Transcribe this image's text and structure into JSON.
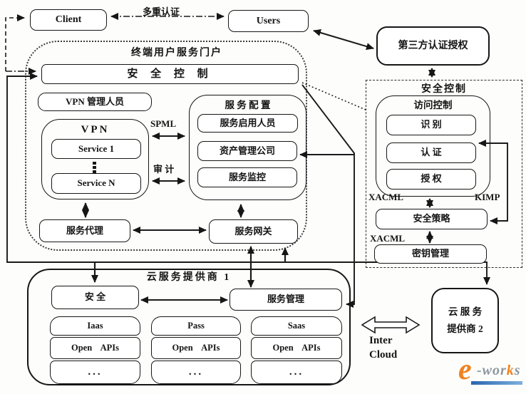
{
  "top": {
    "client": "Client",
    "multi_auth": "多重认证",
    "users": "Users",
    "third_party": "第三方认证授权"
  },
  "portal": {
    "title": "终端用户服务门户",
    "security_bar": "安 全 控 制",
    "vpn_admin": "VPN 管理人员",
    "vpn_title": "VPN",
    "service_1": "Service 1",
    "service_n": "Service N",
    "spml": "SPML",
    "audit": "审 计",
    "service_config_title": "服 务 配 置",
    "service_enabler": "服务启用人员",
    "asset_company": "资产管理公司",
    "service_monitor": "服务监控",
    "service_broker": "服务代理",
    "service_gateway": "服务网关"
  },
  "security_panel": {
    "title": "安全控制",
    "access_control_title": "访问控制",
    "identify": "识  别",
    "authenticate": "认  证",
    "authorize": "授  权",
    "xacml_upper": "XACML",
    "kimp": "KIMP",
    "security_policy": "安全策略",
    "xacml_lower": "XACML",
    "key_management": "密钥管理"
  },
  "provider1": {
    "title": "云服务提供商 1",
    "security": "安  全",
    "service_management": "服务管理",
    "stacks": [
      {
        "name": "Iaas",
        "api": "Open APIs",
        "more": "..."
      },
      {
        "name": "Pass",
        "api": "Open APIs",
        "more": "..."
      },
      {
        "name": "Saas",
        "api": "Open APIs",
        "more": "..."
      }
    ]
  },
  "inter_cloud": {
    "line1": "Inter",
    "line2": "Cloud"
  },
  "provider2": {
    "line1": "云 服 务",
    "line2": "提供商 2"
  },
  "logo": {
    "e": "e",
    "rest1": "-wor",
    "k": "k",
    "s": "s"
  },
  "colors": {
    "line": "#1a1a1a",
    "logo_orange": "#f0821e",
    "logo_gray": "#8d96a0",
    "logo_blue": "#2a66ad"
  }
}
